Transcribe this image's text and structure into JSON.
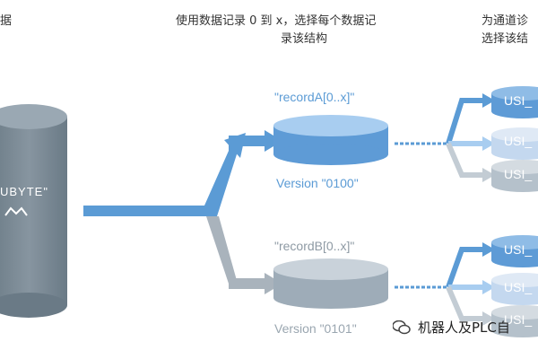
{
  "captions": {
    "left_cut": "据",
    "middle_line1": "使用数据记录  0  到  x，选择每个数据记",
    "middle_line2": "录该结构",
    "right_line1": "为通道诊",
    "right_line2": "选择该结"
  },
  "source_cylinder": {
    "label": "UBYTE\""
  },
  "records": [
    {
      "name": "\"recordA[0..x]\"",
      "version": "Version \"0100\"",
      "color": "#6fa5d9",
      "version_color": "#5b9bd5"
    },
    {
      "name": "\"recordB[0..x]\"",
      "version": "Version \"0101\"",
      "color": "#aab7c2",
      "version_color": "#9aa6b0"
    }
  ],
  "usi_disks": [
    {
      "label": "USI_"
    },
    {
      "label": "USI_"
    },
    {
      "label": "USI_"
    },
    {
      "label": "USI_"
    },
    {
      "label": "USI_"
    },
    {
      "label": "USI_"
    }
  ],
  "watermark": {
    "text": "机器人及PLC自"
  },
  "colors": {
    "arrow_blue": "#5b9bd5",
    "arrow_gray": "#a9b3bc",
    "cyl_dark": "#7e8e99"
  }
}
